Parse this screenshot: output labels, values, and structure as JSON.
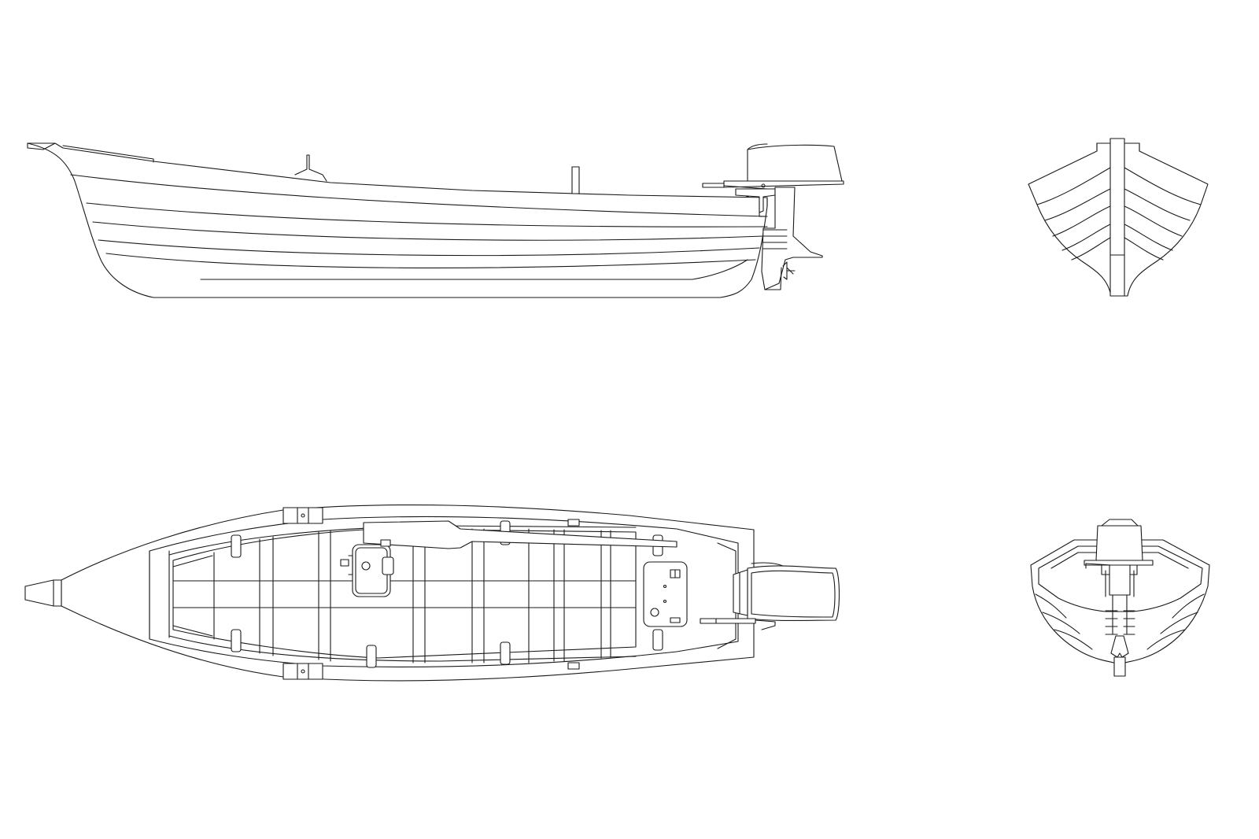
{
  "drawing": {
    "views": [
      "side-elevation",
      "plan-top",
      "bow-elevation",
      "stern-elevation"
    ],
    "line_color": "#1a1a1a",
    "background": "#ffffff"
  }
}
